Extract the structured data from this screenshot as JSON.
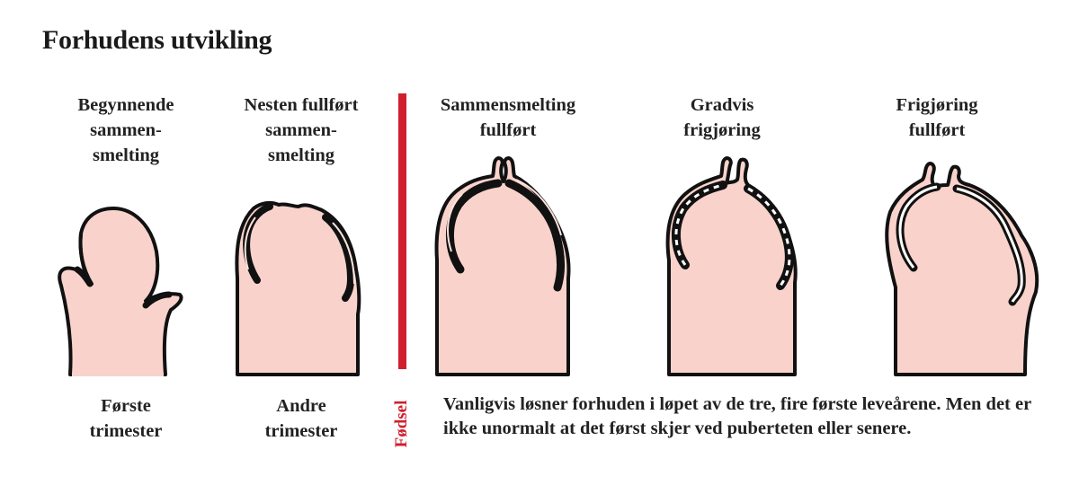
{
  "title": "Forhudens utvikling",
  "colors": {
    "skin": "#f9d3cb",
    "outline": "#111111",
    "divider": "#d0202e",
    "birth_label": "#d0202e",
    "text": "#222222"
  },
  "stages": [
    {
      "label": "Begynnende\nsammen-\nsmelting",
      "icon": "stage-beginning-fusion"
    },
    {
      "label": "Nesten fullført\nsammen-\nsmelting",
      "icon": "stage-nearly-complete-fusion"
    },
    {
      "label": "Sammensmelting\nfullført",
      "icon": "stage-fusion-complete"
    },
    {
      "label": "Gradvis\nfrigjøring",
      "icon": "stage-gradual-separation"
    },
    {
      "label": "Frigjøring\nfullført",
      "icon": "stage-separation-complete"
    }
  ],
  "periods": [
    {
      "label": "Første\ntrimester"
    },
    {
      "label": "Andre\ntrimester"
    }
  ],
  "birth_label": "Fødsel",
  "note": "Vanligvis løsner forhuden i løpet av de tre, fire første leveårene. Men det er ikke unormalt at det først skjer ved puberteten eller senere."
}
